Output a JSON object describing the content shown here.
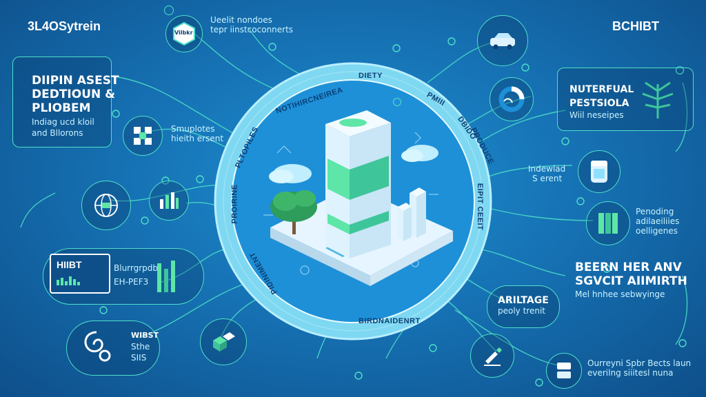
{
  "top": {
    "left_brand": "3L4OSytrein",
    "center_badge": "Vilbkr",
    "center_text_1": "Ueelit nondoes",
    "center_text_2": "tepr iinstcoconnerts",
    "right_brand": "BCHIBT"
  },
  "left_panel": {
    "line1": "DIIPIN ASEST",
    "line2": "DEDTIOUN &",
    "line3": "PLIOBEM",
    "line4": "Indiag ucd kloil",
    "line5": "and Bllorons"
  },
  "left_mid_text": {
    "line1": "Smuplotes",
    "line2": "hieith ersent"
  },
  "left_screen_panel": {
    "screen_label": "HIIBT",
    "line1": "Blurrgrpdb",
    "line2": "EH-PEF3"
  },
  "bottom_left_panel": {
    "line1": "WIBST",
    "line2": "Sthe",
    "line3": "SIIS"
  },
  "ring_labels": {
    "top_1": "NOTIHIRCNEIREA",
    "top_2": "DIETY",
    "top_3": "PMIII",
    "left_1": "PLTOPILES",
    "left_2": "PROIRINE",
    "left_3": "PIDINIMENT",
    "right_1": "DBIDO",
    "right_2": "PRODUCE",
    "right_3": "EIPIT CEEIT",
    "bottom": "BIRDNAIDENRT"
  },
  "right_panel_1": {
    "line1": "NUTERFUAL",
    "line2": "PESTSIOLA",
    "line3": "Wiil neseipes"
  },
  "right_text_2": {
    "line1": "Indewlad",
    "line2": "S erent"
  },
  "right_text_3": {
    "line1": "Penoding",
    "line2": "adilaeiliies",
    "line3": "oelligenes"
  },
  "right_panel_2": {
    "line1": "BEERN HER ANV",
    "line2": "SGVCIT AIIMIRTH",
    "line3": "Mel hnhee sebwyinge"
  },
  "right_panel_3": {
    "line1": "ARILTAGE",
    "line2": "peoly trenit"
  },
  "bottom_right": {
    "line1": "Ourreyni Spbr Bects laun",
    "line2": "everilng siiitesl nuna"
  },
  "icons": {
    "left_top": "building-blocks-icon",
    "globe": "globe-network-icon",
    "chart": "chart-icon",
    "monitor": "monitor-chart-icon",
    "bars_green": "bar-chart-icon",
    "swirl": "swirl-icon",
    "cube": "cube-icon",
    "car": "car-icon",
    "pie": "pie-chart-icon",
    "leaf": "leaf-icon",
    "cup": "container-icon",
    "columns": "columns-icon",
    "pen": "pen-icon",
    "server": "server-icon",
    "settings": "gear-icon"
  },
  "colors": {
    "accent": "#4ee0c9",
    "ring": "#7fd8f2",
    "center_bg": "#1e90d8",
    "building": "#dff3ff",
    "green": "#5ee6a8"
  }
}
